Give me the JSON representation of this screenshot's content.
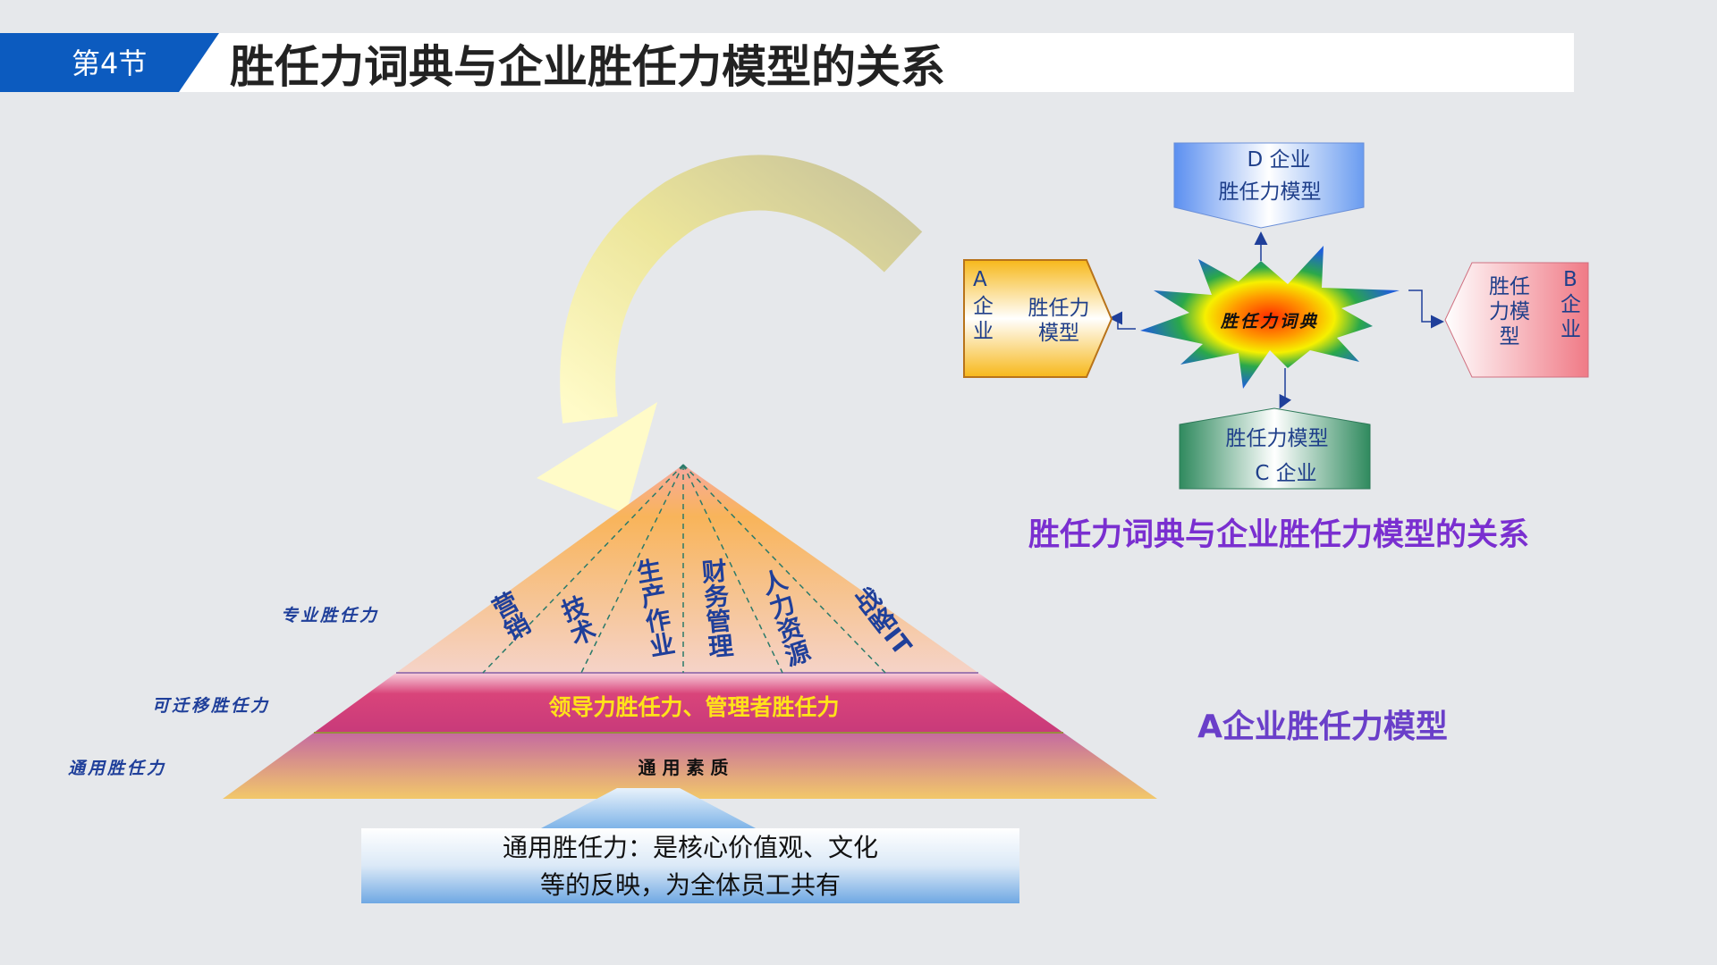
{
  "header": {
    "section": "第4节",
    "title": "胜任力词典与企业胜任力模型的关系"
  },
  "pyramid": {
    "caption": "A企业胜任力模型",
    "levels": [
      {
        "label": "专业胜任力"
      },
      {
        "label": "可迁移胜任力",
        "text": "领导力胜任力、管理者胜任力"
      },
      {
        "label": "通用胜任力",
        "text": "通 用 素 质"
      }
    ],
    "specialties": [
      "营销",
      "技术",
      "生产作业",
      "财务管理",
      "人力资源",
      "战略IT"
    ],
    "note_line1": "通用胜任力：是核心价值观、文化",
    "note_line2": "等的反映，为全体员工共有"
  },
  "relation": {
    "title": "胜任力词典与企业胜任力模型的关系",
    "center": "胜任力词典",
    "d_box": {
      "line1": "D 企业",
      "line2": "胜任力模型"
    },
    "a_box": {
      "letter": "A",
      "c1": "企",
      "c2": "业",
      "line1": "胜任力",
      "line2": "模型"
    },
    "b_box": {
      "letter": "B",
      "c1": "企",
      "c2": "业",
      "line1": "胜任",
      "line2": "力模",
      "line3": "型"
    },
    "c_box": {
      "line1": "胜任力模型",
      "line2": "C 企业"
    }
  },
  "colors": {
    "accent_blue": "#0c5bbf",
    "purple": "#7a2fd0",
    "yellow_text": "#ffe21a"
  }
}
